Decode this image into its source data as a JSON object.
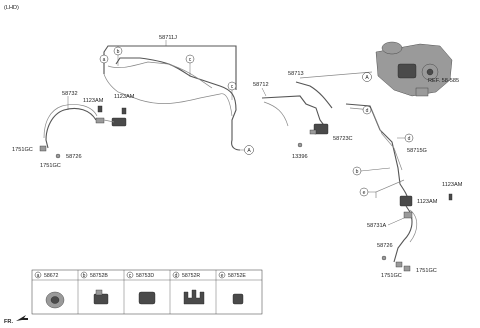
{
  "header": {
    "variant": "(LHD)"
  },
  "labels": {
    "p58711J": "58711J",
    "p58732": "58732",
    "p1123AM_a": "1123AM",
    "p1123AM_b": "1123AM",
    "p1751GC_a": "1751GC",
    "p58726_a": "58726",
    "p1751GC_b": "1751GC",
    "p58712": "58712",
    "p58713": "58713",
    "p58723C": "58723C",
    "p13396": "13396",
    "ref": "REF. 58-585",
    "p58715G": "58715G",
    "p1123AM_c": "1123AM",
    "p1123AM_d": "1123AM",
    "p58731A": "58731A",
    "p58726_b": "58726",
    "p1751GC_c": "1751GC",
    "p1751GC_d": "1751GC"
  },
  "callouts": {
    "a": "a",
    "b": "b",
    "c": "c",
    "d": "d",
    "e": "e",
    "A": "A"
  },
  "legend": [
    {
      "letter": "a",
      "part": "58672"
    },
    {
      "letter": "b",
      "part": "58752B"
    },
    {
      "letter": "c",
      "part": "58753D"
    },
    {
      "letter": "d",
      "part": "58752R"
    },
    {
      "letter": "e",
      "part": "58752E"
    }
  ],
  "footer": {
    "front_marker": "FR."
  }
}
